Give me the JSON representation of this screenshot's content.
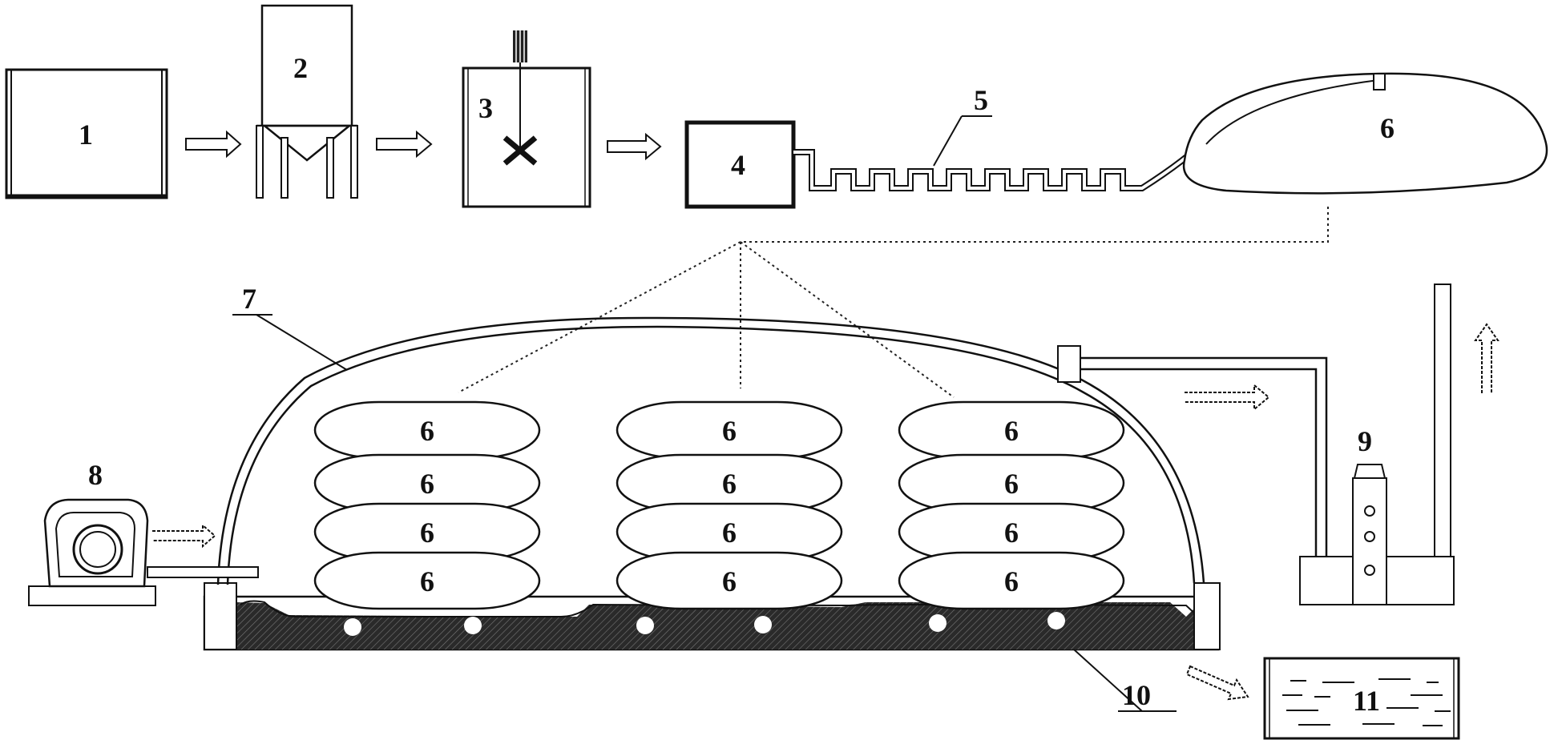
{
  "labels": {
    "l1": "1",
    "l2": "2",
    "l3": "3",
    "l4": "4",
    "l5": "5",
    "l6_top": "6",
    "l7": "7",
    "l8": "8",
    "l9": "9",
    "l10": "10",
    "l11": "11"
  },
  "bag_label": "6",
  "bag_columns": [
    {
      "labels": [
        "6",
        "6",
        "6",
        "6"
      ]
    },
    {
      "labels": [
        "6",
        "6",
        "6",
        "6"
      ]
    },
    {
      "labels": [
        "6",
        "6",
        "6",
        "6"
      ]
    }
  ]
}
